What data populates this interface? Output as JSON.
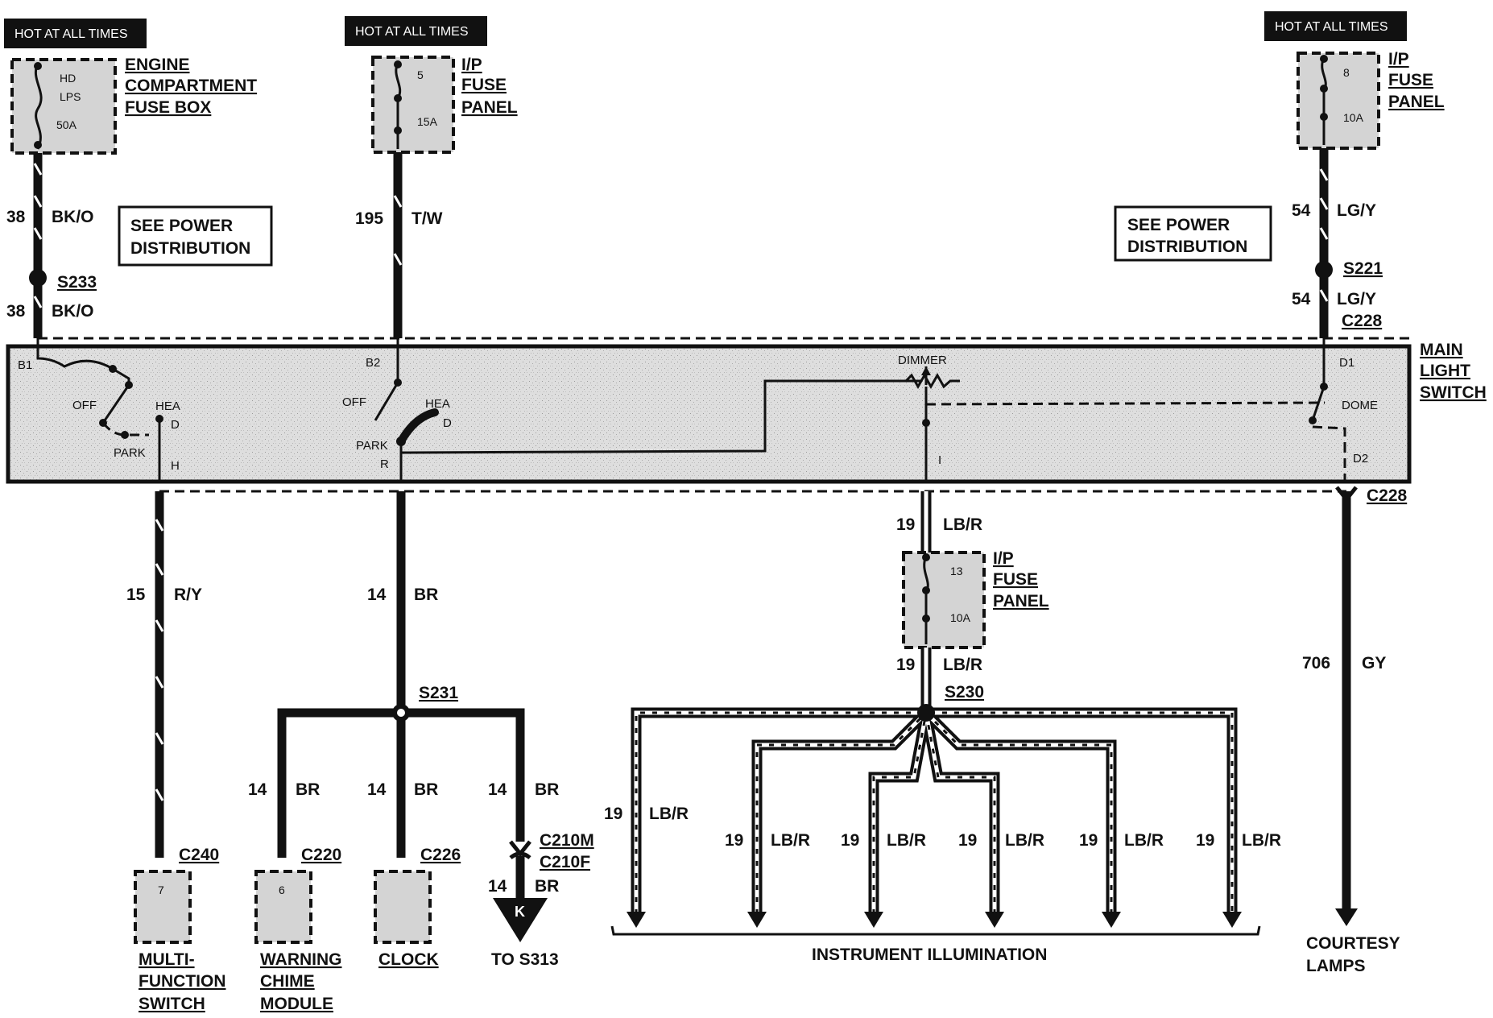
{
  "hot_labels": [
    "HOT AT ALL TIMES",
    "HOT AT ALL TIMES",
    "HOT AT ALL TIMES"
  ],
  "fuses": {
    "engine": {
      "line1": "HD",
      "line2": "LPS",
      "rating": "50A",
      "title": [
        "ENGINE",
        "COMPARTMENT",
        "FUSE BOX"
      ]
    },
    "ip5": {
      "num": "5",
      "rating": "15A",
      "title": [
        "I/P",
        "FUSE",
        "PANEL"
      ]
    },
    "ip8": {
      "num": "8",
      "rating": "10A",
      "title": [
        "I/P",
        "FUSE",
        "PANEL"
      ]
    },
    "ip13": {
      "num": "13",
      "rating": "10A",
      "title": [
        "I/P",
        "FUSE",
        "PANEL"
      ]
    }
  },
  "see_power": [
    "SEE POWER",
    "DISTRIBUTION"
  ],
  "wires": {
    "w38a": {
      "num": "38",
      "color": "BK/O"
    },
    "w38b": {
      "num": "38",
      "color": "BK/O"
    },
    "w195": {
      "num": "195",
      "color": "T/W"
    },
    "w54a": {
      "num": "54",
      "color": "LG/Y"
    },
    "w54b": {
      "num": "54",
      "color": "LG/Y"
    },
    "w15": {
      "num": "15",
      "color": "R/Y"
    },
    "w14": {
      "num": "14",
      "color": "BR"
    },
    "w14l": {
      "num": "14",
      "color": "BR"
    },
    "w14m": {
      "num": "14",
      "color": "BR"
    },
    "w14r": {
      "num": "14",
      "color": "BR"
    },
    "w14k": {
      "num": "14",
      "color": "BR"
    },
    "w19a": {
      "num": "19",
      "color": "LB/R"
    },
    "w19b": {
      "num": "19",
      "color": "LB/R"
    },
    "w706": {
      "num": "706",
      "color": "GY"
    },
    "branches": [
      {
        "num": "19",
        "color": "LB/R"
      },
      {
        "num": "19",
        "color": "LB/R"
      },
      {
        "num": "19",
        "color": "LB/R"
      },
      {
        "num": "19",
        "color": "LB/R"
      },
      {
        "num": "19",
        "color": "LB/R"
      },
      {
        "num": "19",
        "color": "LB/R"
      }
    ]
  },
  "splices": {
    "s233": "S233",
    "s221": "S221",
    "s231": "S231",
    "s230": "S230"
  },
  "connectors": {
    "c228_top": "C228",
    "c228_bot": "C228",
    "c240": "C240",
    "c220": "C220",
    "c226": "C226",
    "c210m": "C210M",
    "c210f": "C210F"
  },
  "switch": {
    "title": [
      "MAIN",
      "LIGHT",
      "SWITCH"
    ],
    "labels": {
      "b1": "B1",
      "b2": "B2",
      "d1": "D1",
      "d2": "D2",
      "off1": "OFF",
      "hea1": "HEA",
      "d_1": "D",
      "park1": "PARK",
      "h": "H",
      "off2": "OFF",
      "hea2": "HEA",
      "d_2": "D",
      "park2": "PARK",
      "r": "R",
      "dimmer": "DIMMER",
      "i": "I",
      "dome": "DOME"
    }
  },
  "components": {
    "mfs": {
      "pin": "7",
      "name": [
        "MULTI-",
        "FUNCTION",
        "SWITCH"
      ]
    },
    "wcm": {
      "pin": "6",
      "name": [
        "WARNING",
        "CHIME",
        "MODULE"
      ]
    },
    "clock": {
      "name": "CLOCK"
    },
    "k": {
      "letter": "K",
      "to": "TO S313"
    }
  },
  "bottom": {
    "instrument": "INSTRUMENT ILLUMINATION",
    "courtesy": [
      "COURTESY",
      "LAMPS"
    ]
  }
}
